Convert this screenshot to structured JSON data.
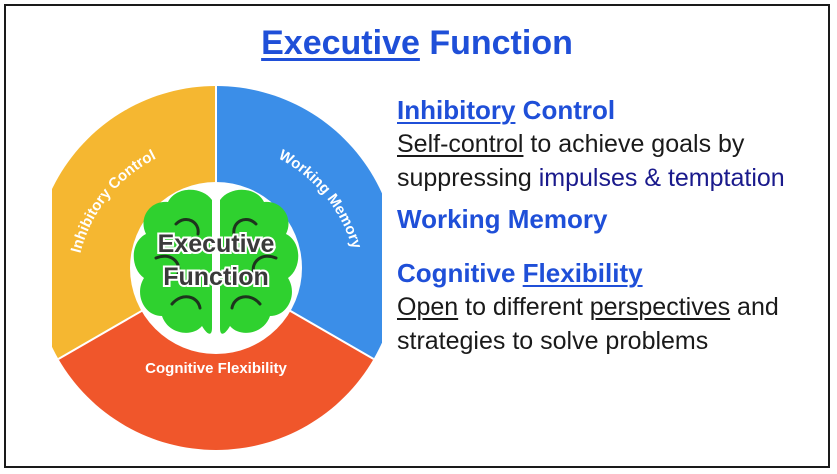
{
  "title": {
    "underlined": "Executive",
    "rest": " Function"
  },
  "wheel": {
    "center_line1": "Executive",
    "center_line2": "Function",
    "segments": [
      {
        "label": "Inhibitory Control",
        "color": "#f5b731"
      },
      {
        "label": "Working Memory",
        "color": "#3b8ee8"
      },
      {
        "label": "Cognitive Flexibility",
        "color": "#f0562b"
      }
    ],
    "brain_color": "#2fd12f",
    "brain_icon": "brain-icon"
  },
  "sections": {
    "inhibitory": {
      "heading_underlined": "Inhibitory",
      "heading_rest": " Control",
      "desc_underlined": "Self-control",
      "desc_text": " to achieve goals by suppressing ",
      "desc_highlight": "impulses & temptation"
    },
    "working": {
      "heading": "Working Memory"
    },
    "cognitive": {
      "heading_plain": "Cognitive ",
      "heading_underlined": "Flexibility",
      "desc_underlined1": "Open",
      "desc_text1": " to different ",
      "desc_underlined2": "perspectives",
      "desc_text2": " and strategies to solve problems"
    }
  },
  "colors": {
    "accent": "#1f4fd8",
    "highlight": "#1a1a8c",
    "border": "#1a1a1a"
  }
}
